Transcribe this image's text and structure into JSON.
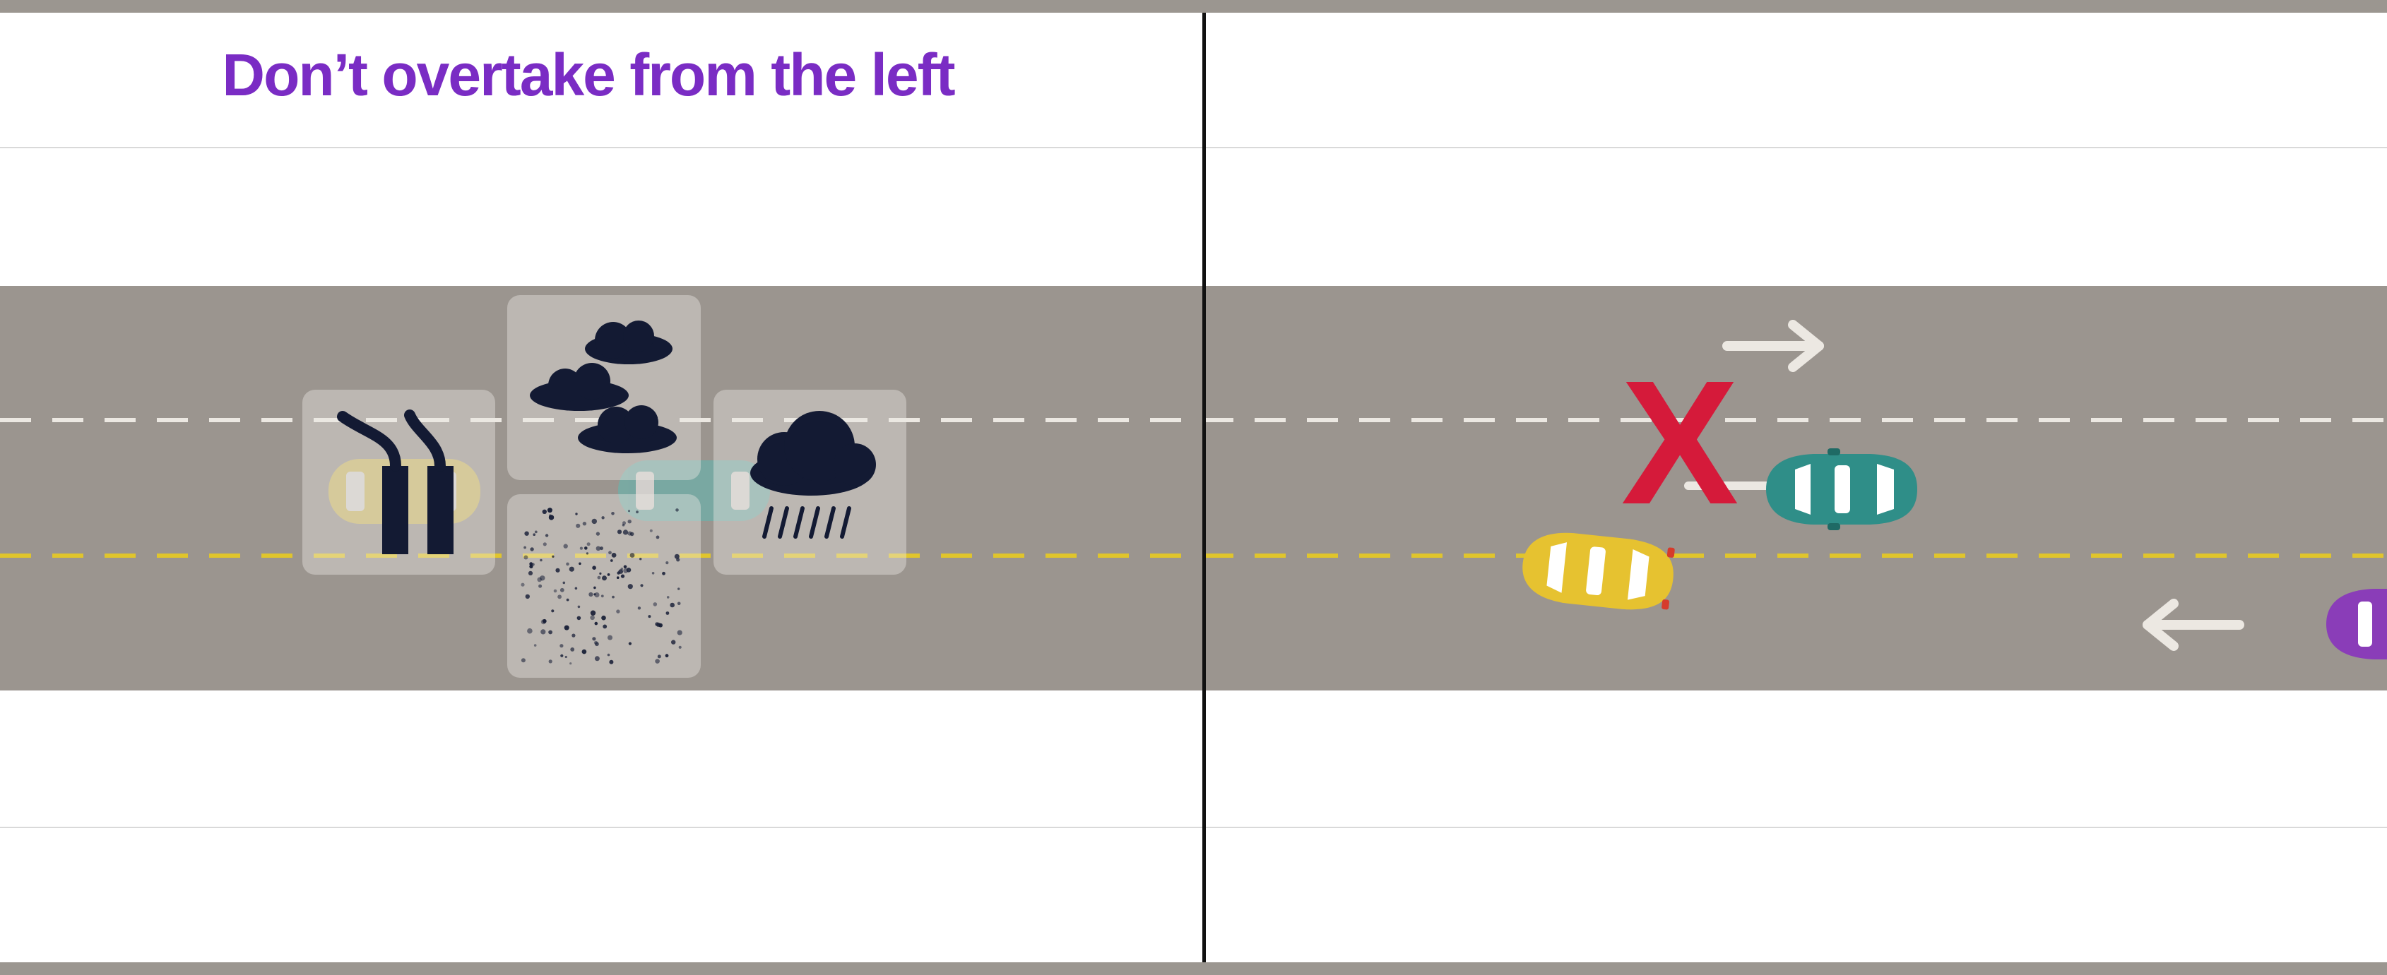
{
  "title": "Don’t overtake from the left",
  "colors": {
    "title": "#7a2cc4",
    "road": "#9b958f",
    "lane_divider_white": "#ece8e2",
    "lane_divider_yellow": "#e0c52c",
    "cross_mark": "#d51a3a",
    "car_yellow": "#e6c230",
    "car_teal": "#2f8e88",
    "car_purple": "#8a3db8",
    "hazard_icon": "#131a33"
  },
  "icons": {
    "factory": "factory-smoke-icon",
    "clouds": "clouds-icon",
    "rain": "rain-cloud-icon",
    "dust": "dust-particles-icon",
    "cross": "cross-mark",
    "arrow_right": "arrow-right-icon",
    "arrow_left": "arrow-left-icon"
  },
  "cross_label": "X"
}
